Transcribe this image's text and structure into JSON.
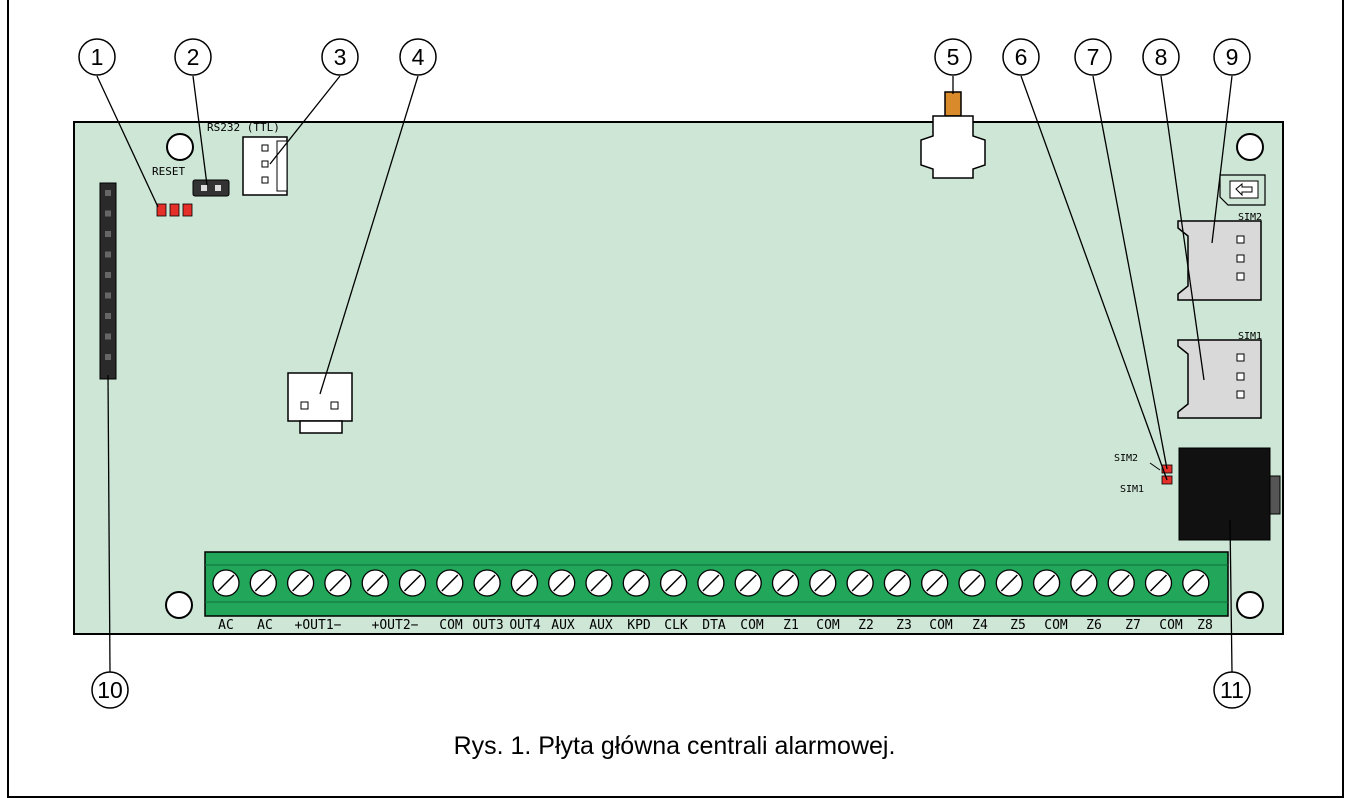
{
  "figure": {
    "caption": "Rys. 1. Płyta główna centrali alarmowej."
  },
  "board": {
    "labels": {
      "rs232": "RS232 (TTL)",
      "reset": "RESET",
      "sim1_socket": "SIM1",
      "sim2_socket": "SIM2",
      "sim1_led": "SIM1",
      "sim2_led": "SIM2"
    },
    "terminals": [
      "AC",
      "AC",
      "+OUT1−",
      "+OUT2−",
      "COM",
      "OUT3",
      "OUT4",
      "AUX",
      "AUX",
      "KPD",
      "CLK",
      "DTA",
      "COM",
      "Z1",
      "COM",
      "Z2",
      "Z3",
      "COM",
      "Z4",
      "Z5",
      "COM",
      "Z6",
      "Z7",
      "COM",
      "Z8"
    ],
    "callouts": [
      "1",
      "2",
      "3",
      "4",
      "5",
      "6",
      "7",
      "8",
      "9",
      "10",
      "11"
    ]
  },
  "colors": {
    "pcb": "#cde6d6",
    "terminal_block": "#21a65a",
    "led": "#e5302a",
    "connector_dark": "#222222"
  }
}
